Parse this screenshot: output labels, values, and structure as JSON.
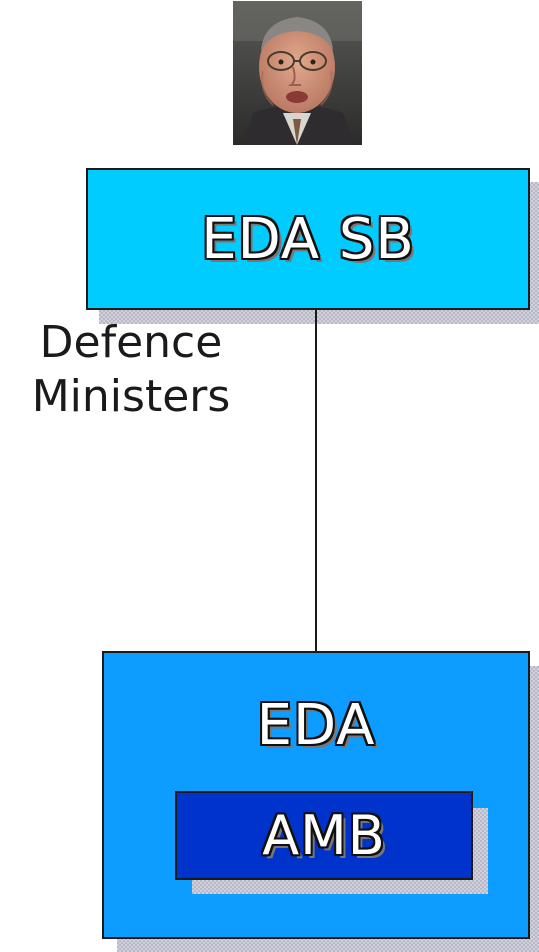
{
  "diagram": {
    "top_node": {
      "label": "EDA SB"
    },
    "side_label": {
      "line1": "Defence",
      "line2": "Ministers"
    },
    "bottom_node": {
      "label": "EDA"
    },
    "inner_node": {
      "label": "AMB"
    }
  }
}
